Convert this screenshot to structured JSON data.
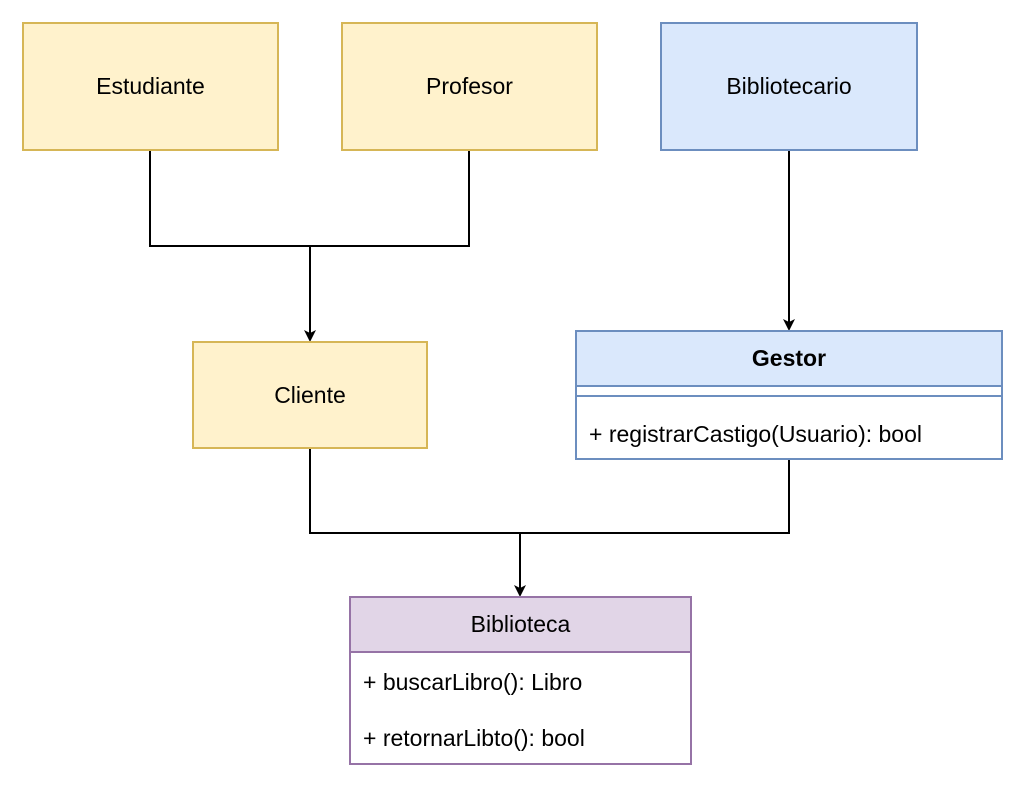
{
  "nodes": {
    "estudiante": {
      "label": "Estudiante"
    },
    "profesor": {
      "label": "Profesor"
    },
    "bibliotecario": {
      "label": "Bibliotecario"
    },
    "cliente": {
      "label": "Cliente"
    },
    "gestor": {
      "label": "Gestor",
      "methods": [
        "+ registrarCastigo(Usuario): bool"
      ]
    },
    "biblioteca": {
      "label": "Biblioteca",
      "methods": [
        "+ buscarLibro(): Libro",
        "+ retornarLibto(): bool"
      ]
    }
  },
  "colors": {
    "yellow_fill": "#fff2cc",
    "yellow_stroke": "#d6b656",
    "blue_fill": "#dae8fc",
    "blue_stroke": "#6c8ebf",
    "purple_fill": "#e1d5e7",
    "purple_stroke": "#9673a6",
    "edge": "#000000"
  }
}
